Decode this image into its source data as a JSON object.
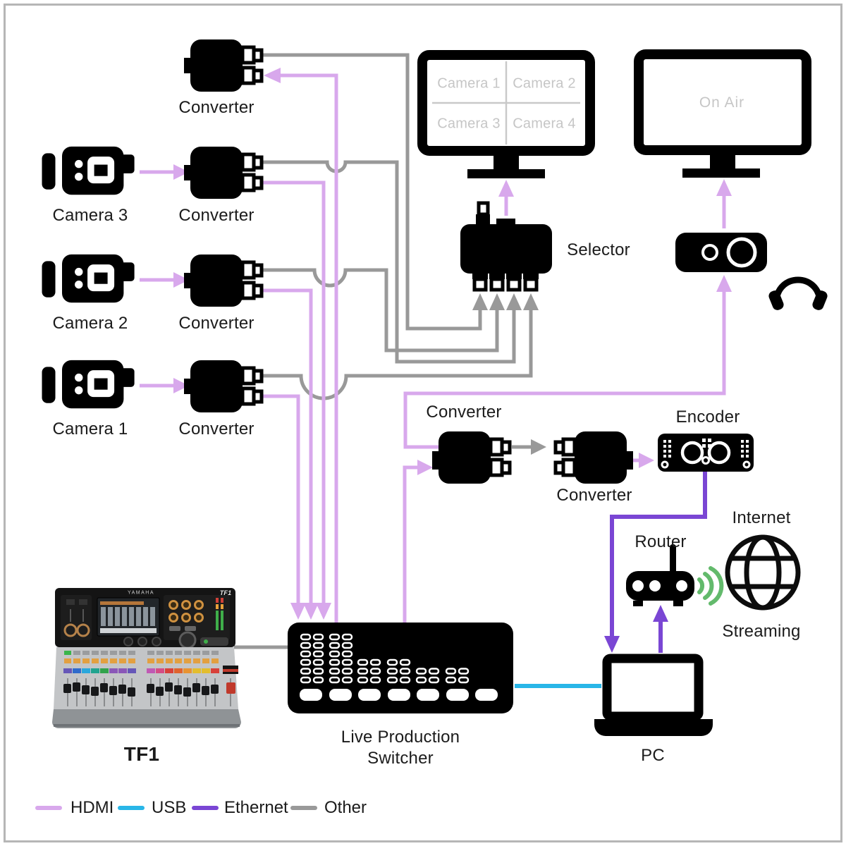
{
  "colors": {
    "hdmi": "#d8a8ec",
    "usb": "#29b6e8",
    "ethernet": "#7a46d4",
    "other": "#999999",
    "wifi": "#63ba6c",
    "screen_text": "#c6c6c6"
  },
  "nodes": {
    "converter_return": {
      "label": "Converter"
    },
    "camera3": {
      "label": "Camera 3"
    },
    "converter_cam3": {
      "label": "Converter"
    },
    "camera2": {
      "label": "Camera 2"
    },
    "converter_cam2": {
      "label": "Converter"
    },
    "camera1": {
      "label": "Camera 1"
    },
    "converter_cam1": {
      "label": "Converter"
    },
    "multiview_monitor": {
      "quadrants": [
        "Camera 1",
        "Camera 2",
        "Camera 3",
        "Camera 4"
      ]
    },
    "onair_monitor": {
      "screen_text": "On Air"
    },
    "selector": {
      "label": "Selector"
    },
    "converter_out": {
      "label": "Converter"
    },
    "converter_in": {
      "label": "Converter"
    },
    "encoder": {
      "label": "Encoder"
    },
    "router": {
      "label": "Router"
    },
    "internet": {
      "label": "Internet"
    },
    "streaming": {
      "label": "Streaming"
    },
    "switcher": {
      "label_line1": "Live Production",
      "label_line2": "Switcher"
    },
    "mixer": {
      "label": "TF1",
      "brand": "YAMAHA",
      "model": "TF1"
    },
    "pc": {
      "label": "PC"
    }
  },
  "legend": {
    "items": [
      {
        "label": "HDMI"
      },
      {
        "label": "USB"
      },
      {
        "label": "Ethernet"
      },
      {
        "label": "Other"
      }
    ]
  }
}
